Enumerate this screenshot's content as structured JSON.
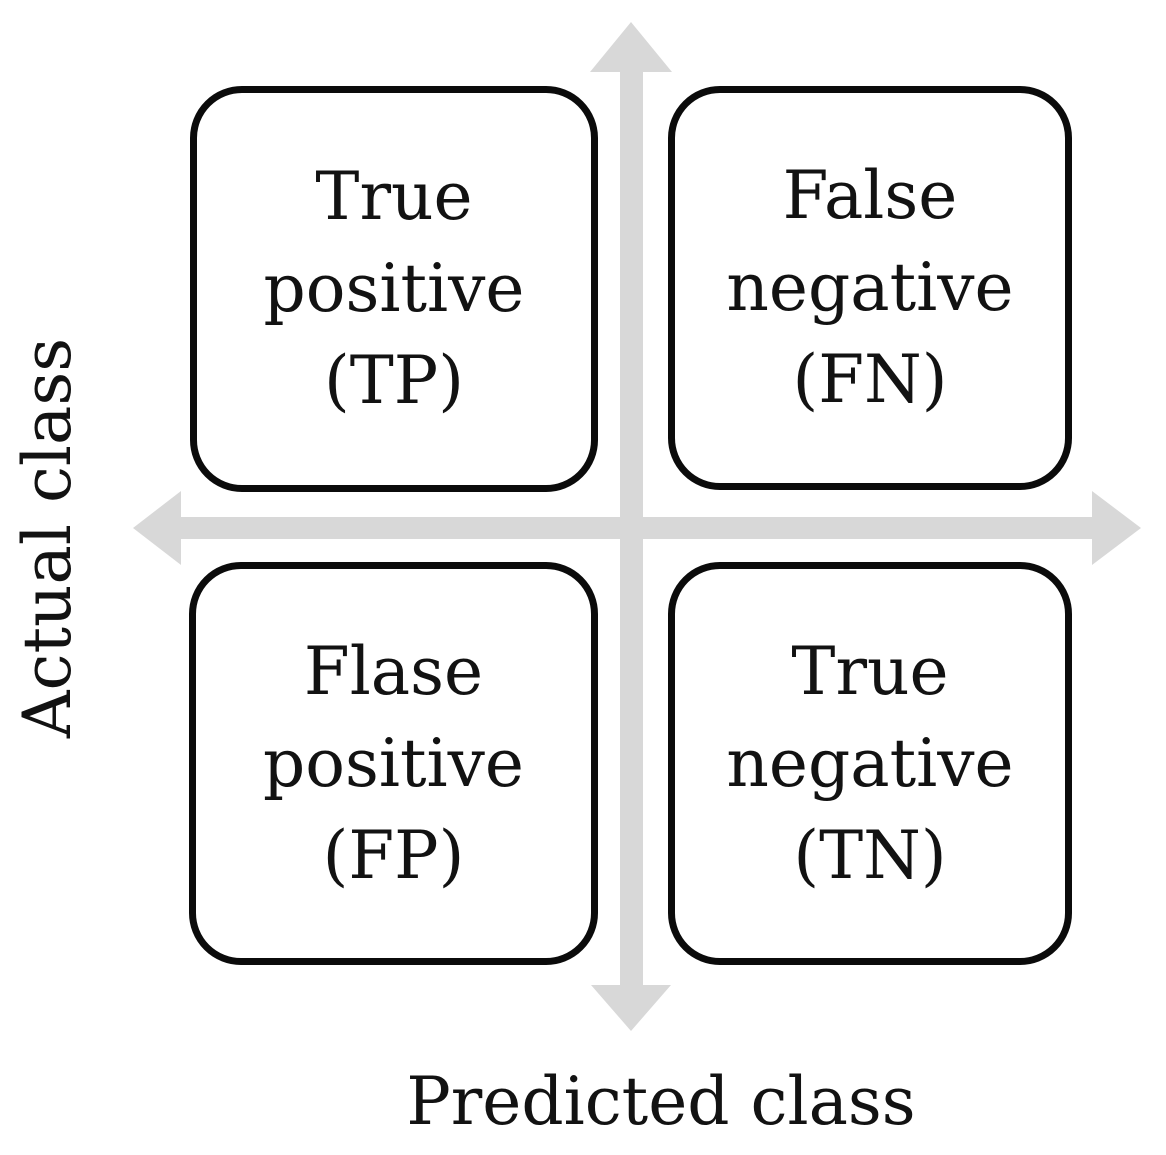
{
  "axis": {
    "vertical_label": "Actual class",
    "horizontal_label": "Predicted class"
  },
  "quadrants": {
    "tp": {
      "position": "top-left",
      "lines": [
        "True",
        "positive",
        "(TP)"
      ]
    },
    "fn": {
      "position": "top-right",
      "lines": [
        "False",
        "negative",
        "(FN)"
      ]
    },
    "fp": {
      "position": "bottom-left",
      "lines": [
        "Flase",
        "positive",
        "(FP)"
      ]
    },
    "tn": {
      "position": "bottom-right",
      "lines": [
        "True",
        "negative",
        "(TN)"
      ]
    }
  },
  "colors": {
    "arrow": "#d8d8d8",
    "box_border": "#0b0b0b",
    "text": "#121212",
    "background": "#ffffff"
  }
}
